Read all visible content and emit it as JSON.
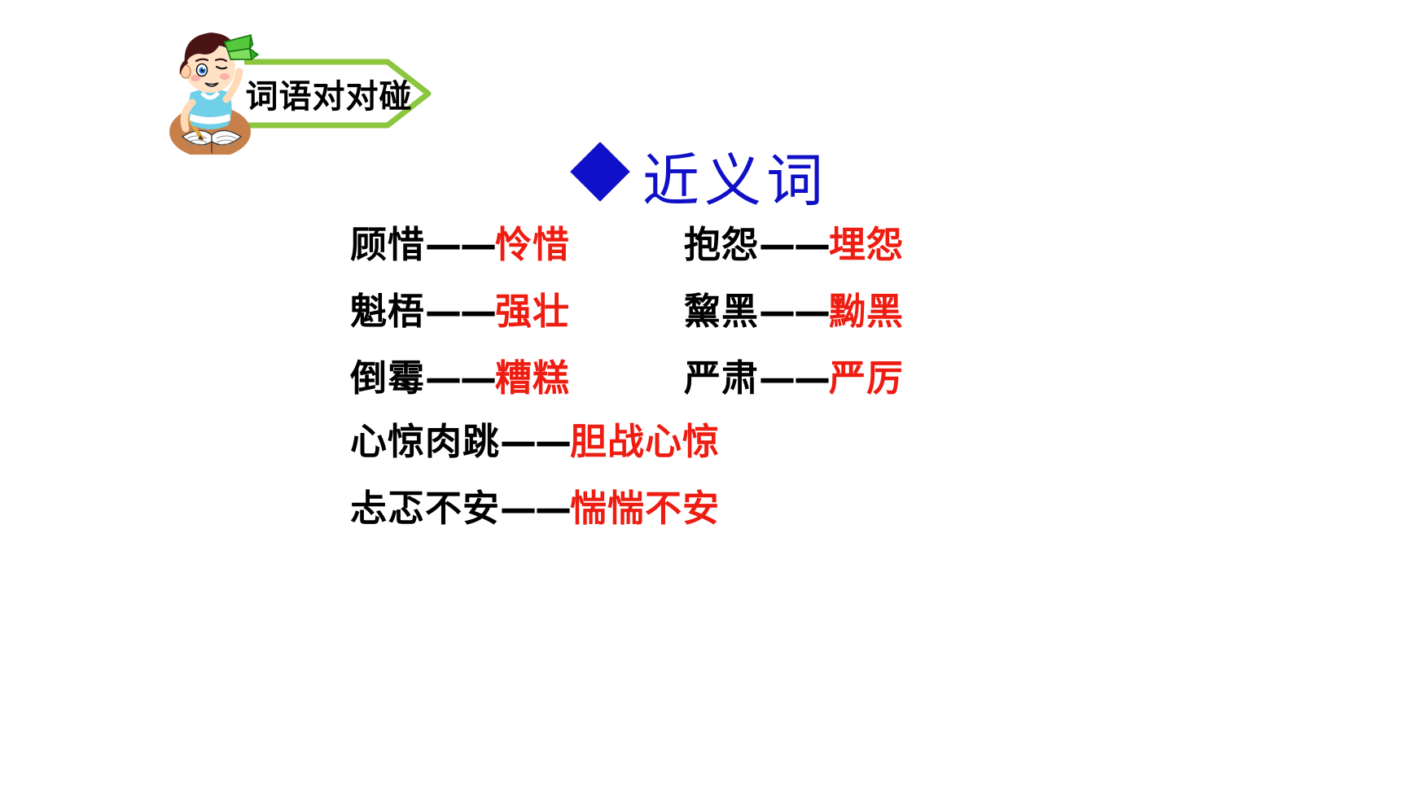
{
  "banner": {
    "title": "词语对对碰",
    "chevron_color": "#8cc63f",
    "mascot_icon": "boy-with-airplane-icon"
  },
  "heading": {
    "bullet_icon": "blue-diamond-bullet-icon",
    "bullet_color": "#1010c8",
    "text": "近义词",
    "text_color": "#1010c8"
  },
  "colors": {
    "source_word": "#000000",
    "target_word": "#ee1c11",
    "banner_green": "#8cc63f",
    "heading_blue": "#1010c8"
  },
  "dash": "——",
  "pairs": {
    "column_left": [
      {
        "source": "顾惜",
        "dash": "——",
        "target": "怜惜"
      },
      {
        "source": "魁梧",
        "dash": "——",
        "target": "强壮"
      },
      {
        "source": "倒霉",
        "dash": "——",
        "target": "糟糕"
      }
    ],
    "column_right": [
      {
        "source": "抱怨",
        "dash": "——",
        "target": "埋怨"
      },
      {
        "source": "黧黑",
        "dash": "——",
        "target": "黝黑"
      },
      {
        "source": "严肃",
        "dash": "——",
        "target": "严厉"
      }
    ],
    "full_width": [
      {
        "source": "心惊肉跳",
        "dash": "——",
        "target": "胆战心惊"
      },
      {
        "source": "忐忑不安",
        "dash": "——",
        "target": "惴惴不安"
      }
    ]
  }
}
